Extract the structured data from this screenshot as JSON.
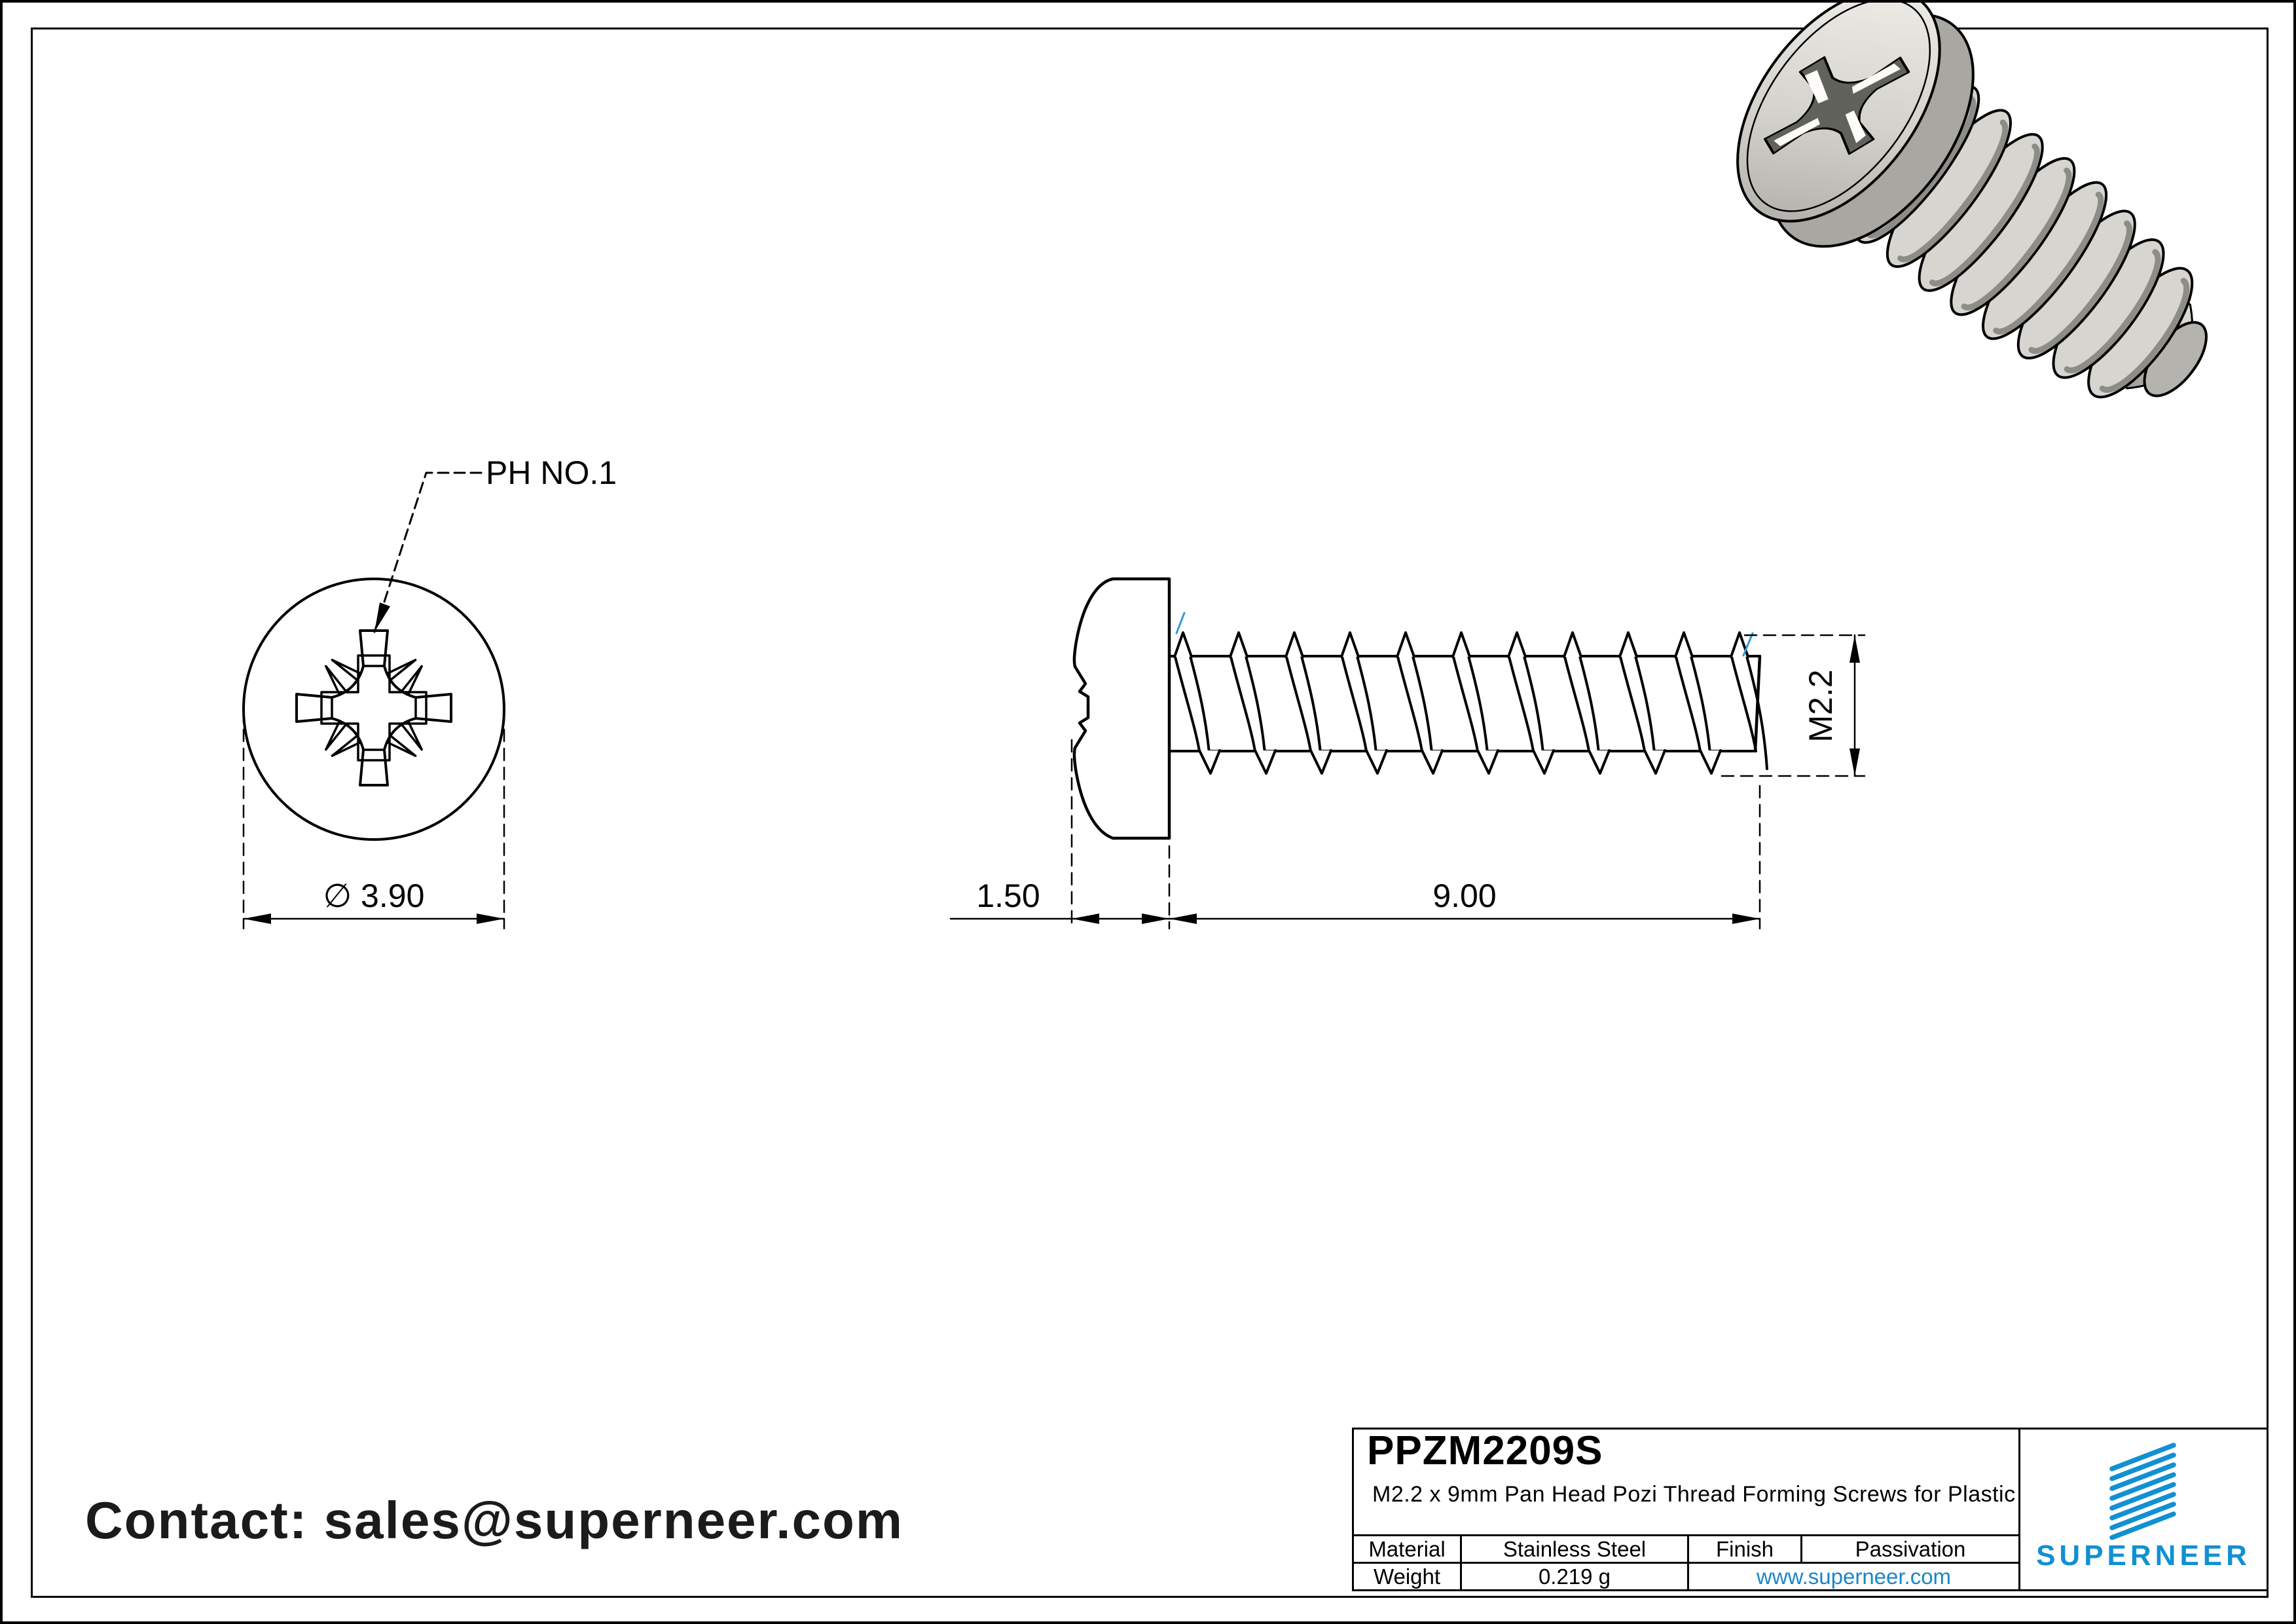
{
  "drawing": {
    "recess_label": "PH NO.1",
    "dim_diameter_text": "∅ 3.90",
    "dim_head_height_text": "1.50",
    "dim_length_text": "9.00",
    "dim_thread_text": "M2.2"
  },
  "contact": {
    "text": "Contact: sales@superneer.com"
  },
  "title_block": {
    "part_number": "PPZM2209S",
    "description": "M2.2 x 9mm Pan Head Pozi Thread Forming Screws for Plastic",
    "material_label": "Material",
    "material_value": "Stainless Steel",
    "finish_label": "Finish",
    "finish_value": "Passivation",
    "weight_label": "Weight",
    "weight_value": "0.219 g",
    "website": "www.superneer.com",
    "brand": "SUPERNEER"
  },
  "colors": {
    "accent_blue": "#1190d2",
    "link_blue": "#1a86c8",
    "cad_line_blue": "#2e9bd3",
    "drawing_line": "#000000",
    "metal_light": "#eceae5",
    "metal_mid": "#c9c7c1",
    "metal_dark": "#908f89"
  }
}
